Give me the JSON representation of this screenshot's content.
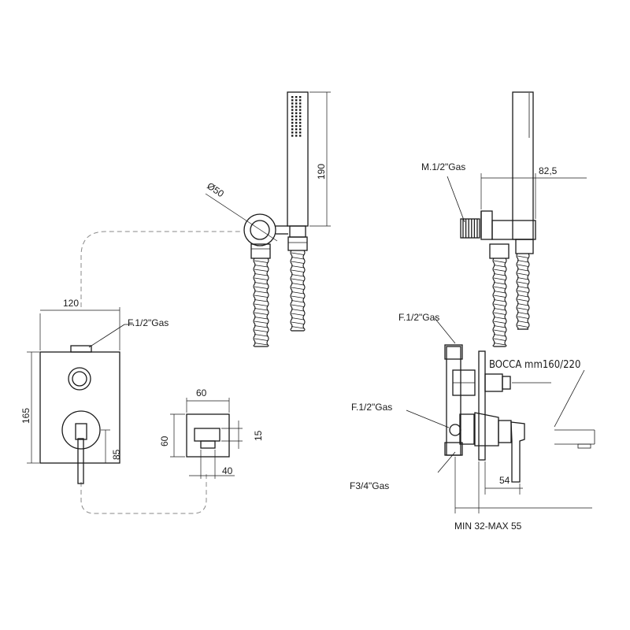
{
  "labels": {
    "dim_120": "120",
    "thread_f12_mixer": "F.1/2\"Gas",
    "dim_165": "165",
    "dim_85": "85",
    "dim_60_width": "60",
    "dim_60_height": "60",
    "dim_15": "15",
    "dim_40": "40",
    "dim_diam_50": "Ø50",
    "dim_190": "190",
    "thread_m12": "M.1/2\"Gas",
    "dim_82_5": "82,5",
    "thread_f12_side_top": "F.1/2\"Gas",
    "spout": "BOCCA mm160/220",
    "thread_f12_side_mid": "F.1/2\"Gas",
    "thread_f34": "F3/4\"Gas",
    "dim_54": "54",
    "wall_depth": "MIN 32-MAX 55"
  }
}
